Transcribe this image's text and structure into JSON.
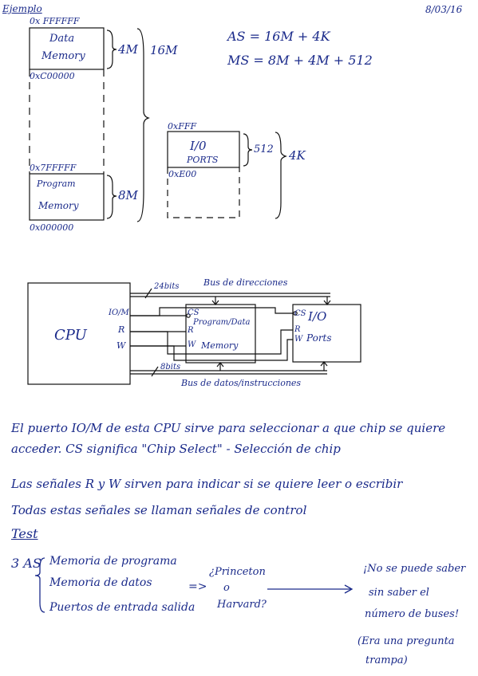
{
  "header": {
    "title": "Ejemplo",
    "date": "8/03/16"
  },
  "memory_map": {
    "addr_top": "0x FFFFFF",
    "data_memory": [
      "Data",
      "Memory"
    ],
    "addr_c00000": "0xC00000",
    "brace_4m": "4M",
    "brace_16m": "16M",
    "addr_7fffff": "0x7FFFFF",
    "program_memory": [
      "Program",
      "Memory"
    ],
    "brace_8m": "8M",
    "addr_bottom": "0x000000"
  },
  "io_map": {
    "addr_fff": "0xFFF",
    "label": [
      "I/0",
      "PORTS"
    ],
    "addr_e00": "0xE00",
    "brace_512": "512",
    "brace_4k": "4K"
  },
  "equations": {
    "as": "AS = 16M + 4K",
    "ms": "MS = 8M + 4M + 512"
  },
  "circuit": {
    "cpu": "CPU",
    "pins": [
      "IO/M",
      "R",
      "W"
    ],
    "addr_width": "24bits",
    "addr_bus": "Bus de direcciones",
    "data_width": "8bits",
    "data_bus": "Bus de datos/instrucciones",
    "mem_chip": [
      "Program/Data",
      "Memory"
    ],
    "io_chip": [
      "I/O",
      "Ports"
    ],
    "cs": "CS",
    "r": "R",
    "w": "W"
  },
  "explanation": [
    "El puerto IO/M de esta CPU sirve para seleccionar a que chip se quiere",
    "acceder. CS significa \"Chip Select\" - Selección de chip",
    "Las señales R y W sirven para indicar si se quiere leer o escribir",
    "Todas estas señales se llaman señales de control"
  ],
  "test": {
    "heading": "Test",
    "label": "3 AS",
    "items": [
      "Memoria de programa",
      "Memoria de datos",
      "Puertos de entrada salida"
    ],
    "arrow": "=>",
    "question": [
      "¿Princeton",
      "o",
      "Harvard?"
    ],
    "answer": [
      "¡No se puede saber",
      "sin saber el",
      "número de buses!"
    ],
    "note": [
      "(Era una pregunta",
      "trampa)"
    ]
  }
}
